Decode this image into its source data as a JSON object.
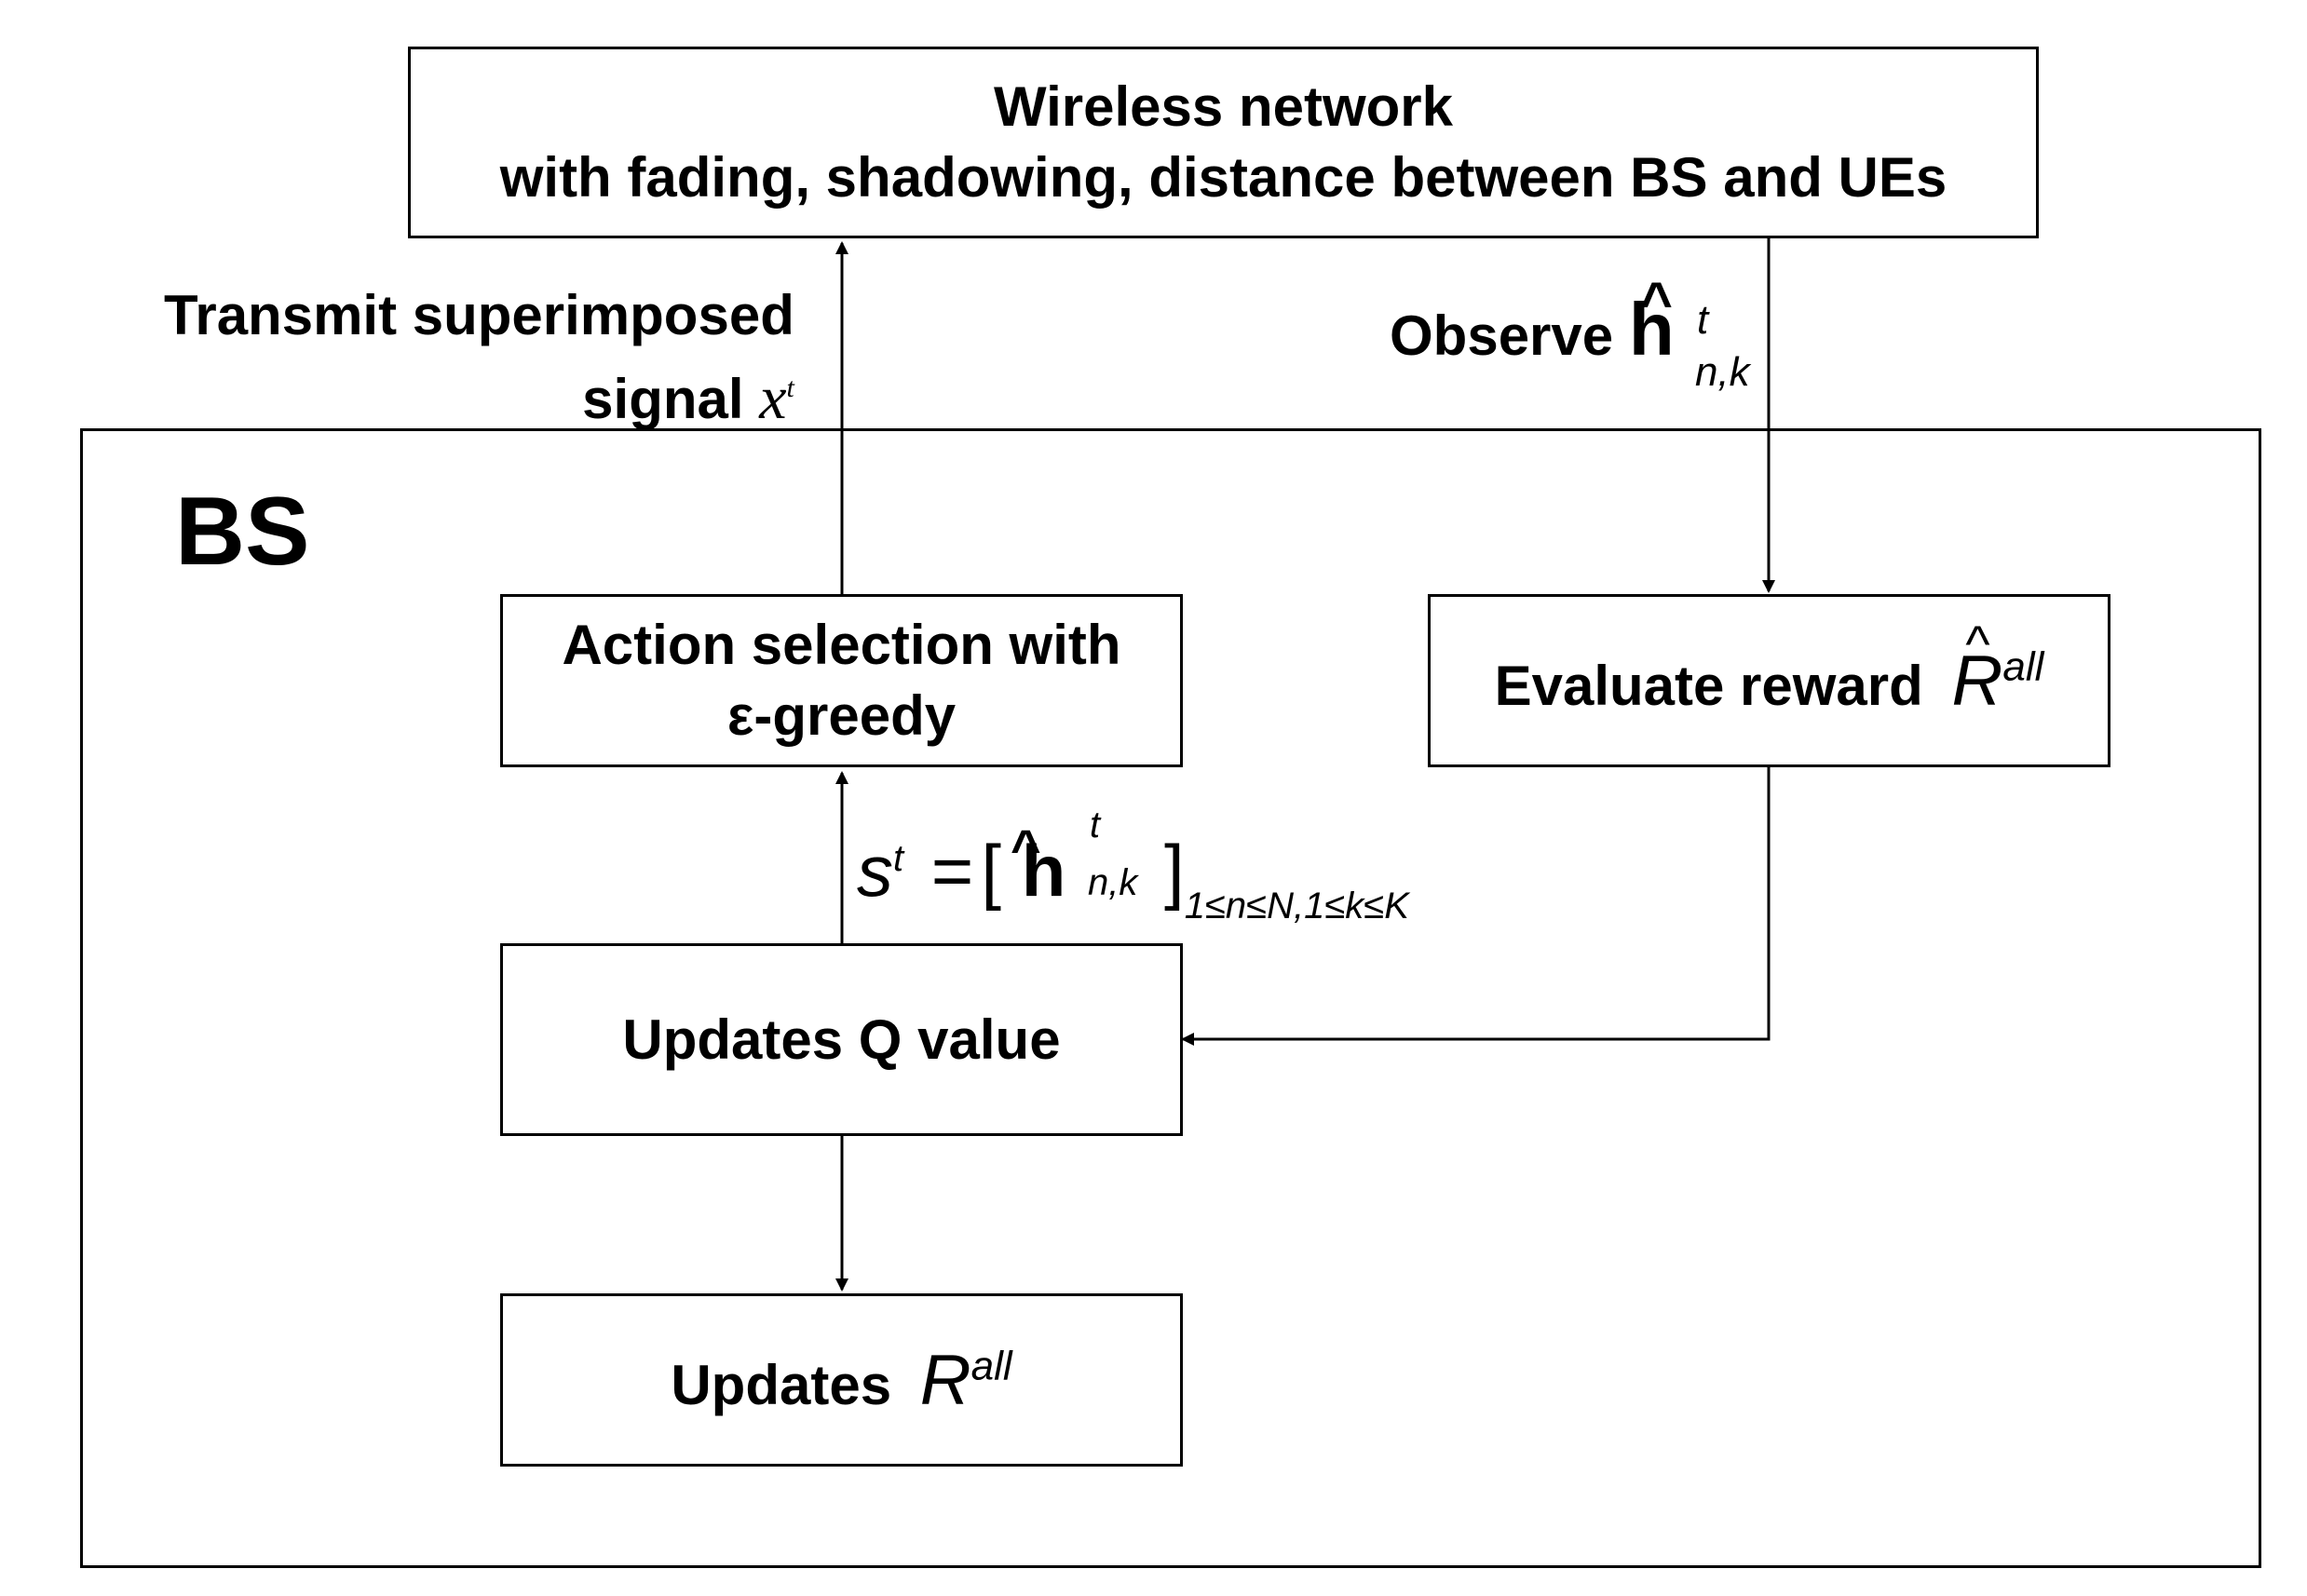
{
  "wireless_box": {
    "line1": "Wireless network",
    "line2": "with fading, shadowing, distance between BS and UEs"
  },
  "transmit_label": {
    "line1": "Transmit superimposed",
    "line2_text": "signal",
    "symbol": "x",
    "symbol_sup": "t"
  },
  "observe_label": {
    "text": "Observe",
    "symbol": "h",
    "sup": "t",
    "sub": "n,k"
  },
  "bs_box": {
    "title": "BS"
  },
  "action_box": {
    "line1": "Action selection with",
    "line2": "ε-greedy"
  },
  "evaluate_box": {
    "text": "Evaluate reward",
    "symbol": "R",
    "sup": "all"
  },
  "state_label": {
    "s": "s",
    "s_sup": "t",
    "eq": "=",
    "lbr": "[",
    "h": "h",
    "h_sup": "t",
    "h_sub": "n,k",
    "rbr": "]",
    "range": "1≤n≤N,1≤k≤K"
  },
  "update_q_box": {
    "text": "Updates Q value"
  },
  "update_r_box": {
    "text": "Updates",
    "symbol": "R",
    "sup": "all"
  }
}
